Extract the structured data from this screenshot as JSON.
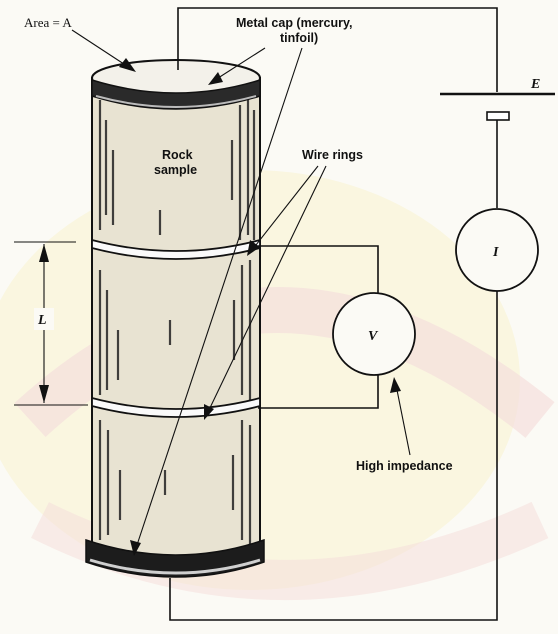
{
  "labels": {
    "area": "Area = A",
    "metal_cap_line1": "Metal cap (mercury,",
    "metal_cap_line2": "tinfoil)",
    "rock_line1": "Rock",
    "rock_line2": "sample",
    "wire_rings": "Wire rings",
    "length": "L",
    "voltmeter": "V",
    "ammeter": "I",
    "battery": "E",
    "high_impedance": "High impedance"
  },
  "colors": {
    "ink": "#111111",
    "paper": "#fbfaf5",
    "watermark_red": "#e9b8b8",
    "watermark_yellow": "#f3ea9c"
  }
}
